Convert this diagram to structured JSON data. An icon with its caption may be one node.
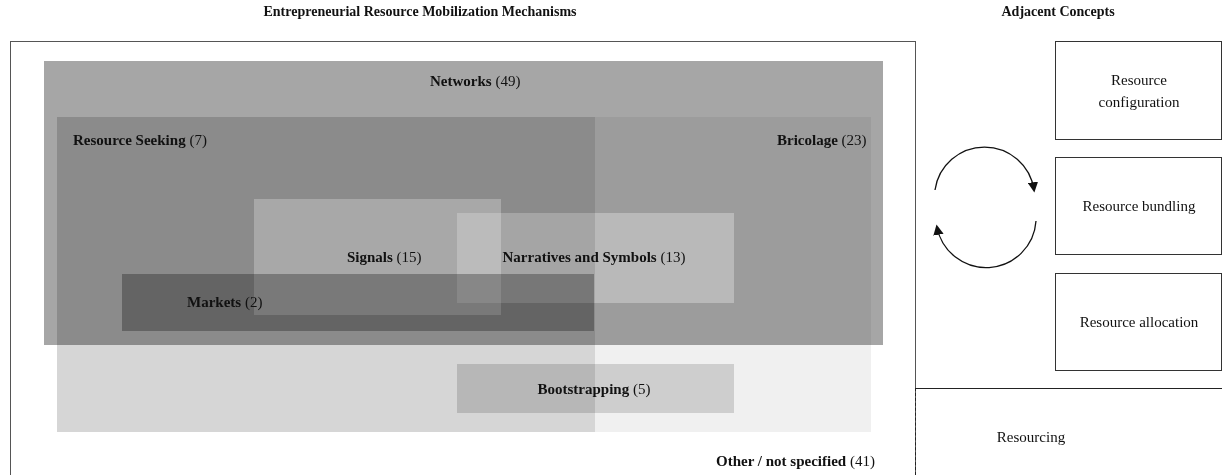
{
  "diagram": {
    "nodes": [
      {
        "text": [
          "**Other / not specified** (41)"
        ]
      },
      {
        "text": [
          "**Networks** (49)"
        ],
        "in": 0
      },
      {
        "text": [
          "**Resource Seeking** (7)"
        ],
        "in": 0
      },
      {
        "text": [
          "**Bricolage** (23)"
        ],
        "in": 0
      },
      {
        "text": [
          "**Signals** (15)"
        ]
      },
      {
        "text": [
          "**Narratives and Symbols** (13)"
        ],
        "in": 1
      },
      {
        "text": [
          "**Markets** (2)"
        ]
      },
      {
        "text": [
          "**Bootstrapping** (5)"
        ],
        "in": 0
      },
      {
        "text": [
          "Resource configuration"
        ]
      },
      {
        "text": [
          "Resource bundling"
        ]
      },
      {
        "text": [
          "Resource allocation"
        ]
      },
      {
        "text": [
          "Resourcing"
        ]
      }
    ],
    "labels": [
      "Entrepreneurial Resource Mobilization Mechanisms",
      "Adjacent Concepts"
    ]
  }
}
